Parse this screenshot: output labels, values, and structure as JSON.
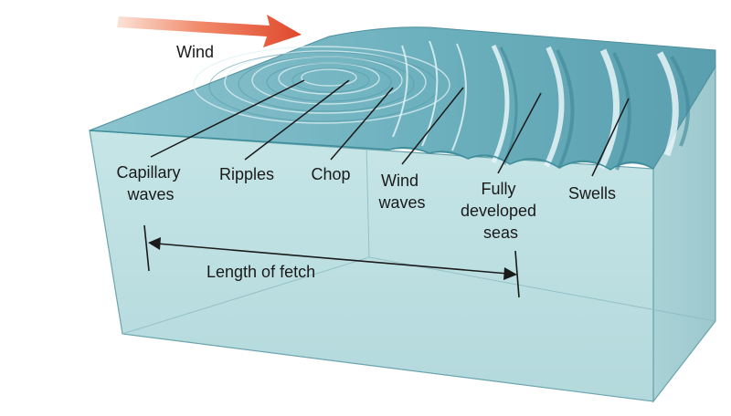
{
  "wind": {
    "label": "Wind"
  },
  "labels": {
    "capillary": [
      "Capillary",
      "waves"
    ],
    "ripples": [
      "Ripples"
    ],
    "chop": [
      "Chop"
    ],
    "wind_waves": [
      "Wind",
      "waves"
    ],
    "fully_developed": [
      "Fully",
      "developed",
      "seas"
    ],
    "swells": [
      "Swells"
    ]
  },
  "fetch": {
    "label": "Length of fetch"
  },
  "colors": {
    "water_surface": "#7ab8c4",
    "water_crest": "#d7eef1",
    "water_trough": "#3f8e9c",
    "tank_side": "#bfe0e2",
    "tank_edge": "#6aa4ad",
    "arrow": "#e2583a",
    "line": "#1a1a1a"
  }
}
